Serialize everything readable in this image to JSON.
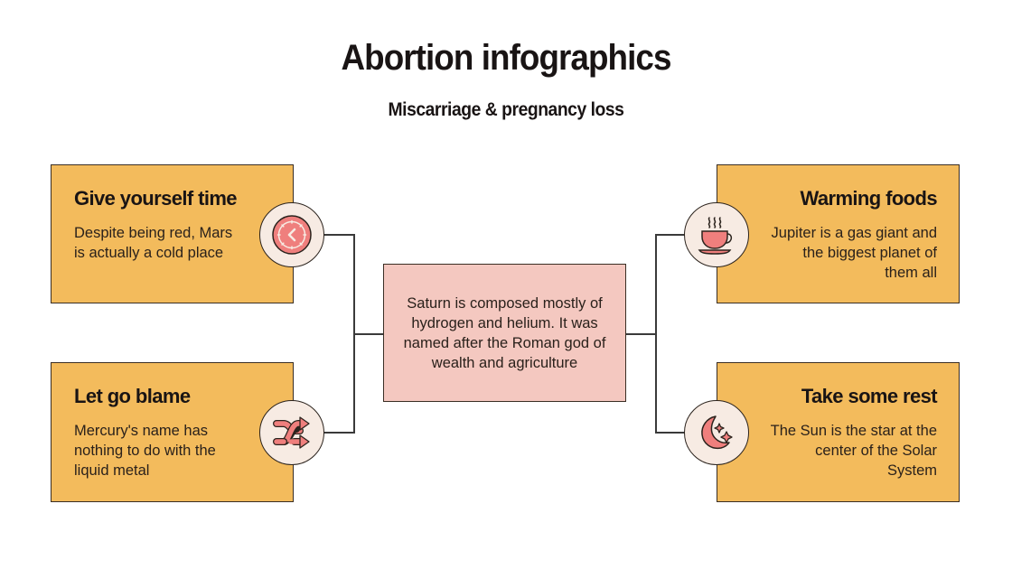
{
  "header": {
    "title": "Abortion infographics",
    "subtitle": "Miscarriage & pregnancy loss"
  },
  "center": {
    "text": "Saturn is composed mostly of hydrogen and helium. It was named after the Roman god of wealth and agriculture"
  },
  "cards": [
    {
      "title": "Give yourself time",
      "text": "Despite being red, Mars is actually a cold place",
      "icon": "clock-icon",
      "side": "left"
    },
    {
      "title": "Let go blame",
      "text": "Mercury's name has nothing to do with the liquid metal",
      "icon": "shuffle-icon",
      "side": "left"
    },
    {
      "title": "Warming foods",
      "text": "Jupiter is a gas giant and the biggest planet of them all",
      "icon": "hot-cup-icon",
      "side": "right"
    },
    {
      "title": "Take some rest",
      "text": "The Sun is the star at the center of the Solar System",
      "icon": "moon-stars-icon",
      "side": "right"
    }
  ],
  "colors": {
    "card": "#f3bb5c",
    "center": "#f4c8c0",
    "icon_bg": "#f7ebe3",
    "icon_accent": "#ef7f7d",
    "outline": "#2b231d"
  }
}
